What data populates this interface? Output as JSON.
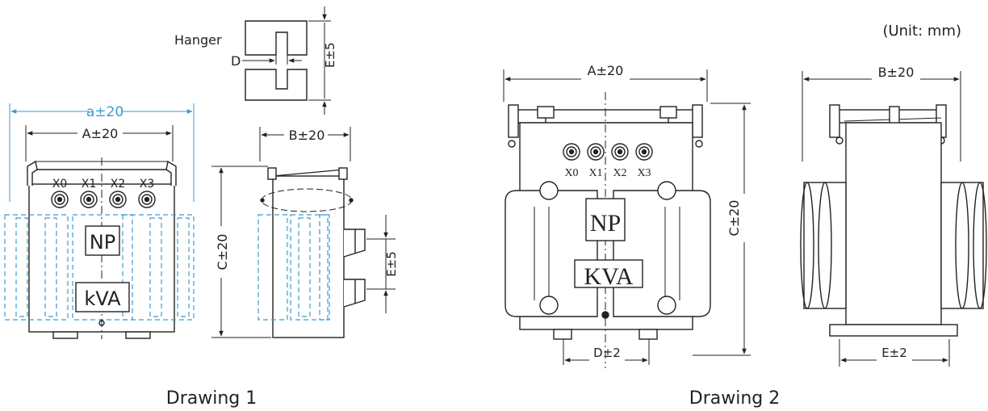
{
  "unit_note": "(Unit: mm)",
  "drawing1": {
    "caption": "Drawing 1",
    "hanger_label": "Hanger",
    "d_label": "D",
    "e_hanger_label": "E±5",
    "a_outer_label": "a±20",
    "a_label": "A±20",
    "b_label": "B±20",
    "c_label": "C±20",
    "e_side_label": "E±5",
    "terminals": [
      "X0",
      "X1",
      "X2",
      "X3"
    ],
    "np_label": "NP",
    "kva_label": "kVA"
  },
  "drawing2": {
    "caption": "Drawing 2",
    "a_label": "A±20",
    "b_label": "B±20",
    "c_label": "C±20",
    "d_label": "D±2",
    "e_label": "E±2",
    "terminals": [
      "X0",
      "X1",
      "X2",
      "X3"
    ],
    "np_label": "NP",
    "kva_label": "KVA"
  },
  "colors": {
    "line": "#222222",
    "accent_blue": "#3d9bd1",
    "fill_light": "#f7f7f7"
  }
}
